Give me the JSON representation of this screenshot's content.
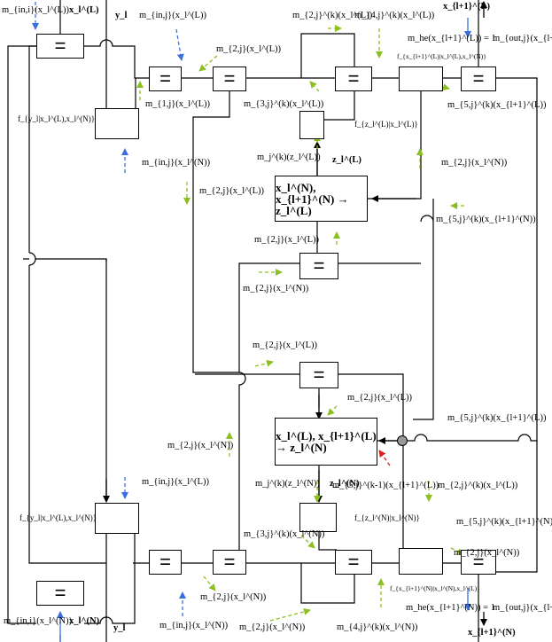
{
  "colors": {
    "green": "#8cbf1f",
    "blue": "#3b6fe0",
    "red": "#d42020",
    "black": "#000000",
    "node_fill": "#ffffff",
    "dot_fill": "#999999"
  },
  "symbols": {
    "equality": "="
  },
  "process": {
    "top": "x_l^(N), x_{l+1}^(N) → z_l^(L)",
    "bottom": "x_l^(L), x_{l+1}^(L) → z_l^(N)"
  },
  "labels": {
    "m_in_i_xL_top": "m_{in,i}(x_l^(L))",
    "x_L_top": "x_l^(L)",
    "y_top": "y_l",
    "m_in_j_xL_top": "m_{in,j}(x_l^(L))",
    "m_2j_xL_a": "m_{2,j}(x_l^(L))",
    "m_1j_xL": "m_{1,j}(x_l^(L))",
    "f_y": "f_{y_l|x_l^(L),x_l^(N)}",
    "m_in_j_xN_mid": "m_{in,j}(x_l^(N))",
    "m_3j_xL": "m_{3,j}^(k)(x_l^(L))",
    "m_2j_k_xL_top": "m_{2,j}^(k)(x_l^(L))",
    "m_4j_xL": "m_{4,j}^(k)(x_l^(L))",
    "f_x_top": "f_{x_{l+1}^(L)|x_l^(L),x_l^(N)}",
    "m_he_xL": "m_he(x_{l+1}^(L)) = 1",
    "x_L_next": "x_{l+1}^(L)",
    "m_out_xL": "m_{out,j}(x_{l+1}^(L))",
    "f_z_top": "f_{z_l^(L)|x_l^(L)}",
    "m_5j_xL_a": "m_{5,j}^(k)(x_{l+1}^(L))",
    "mj_z_L": "m_j^(k)(z_l^(L))",
    "z_L": "z_l^(L)",
    "m_2j_xN_right": "m_{2,j}(x_l^(N))",
    "m_2j_xL_left": "m_{2,j}(x_l^(L))",
    "m_5j_xN_right": "m_{5,j}^(k)(x_{l+1}^(N))",
    "m_2j_xL_c": "m_{2,j}(x_l^(L))",
    "m_2j_xN_d": "m_{2,j}(x_l^(N))",
    "m_2j_xL_e": "m_{2,j}(x_l^(L))",
    "m_2j_xL_f": "m_{2,j}(x_l^(L))",
    "m_5j_xL_b": "m_{5,j}^(k)(x_{l+1}^(L))",
    "m_2j_xN_left": "m_{2,j}(x_l^(N))",
    "mj_z_N": "m_j^(k)(z_l^(N))",
    "z_N": "z_l^(N)",
    "m_5j_k1": "m_{5,j}^(k-1)(x_{l+1}^(L))",
    "m_2j_k_xL_right": "m_{2,j}^(k)(x_l^(L))",
    "m_in_j_xL_mid": "m_{in,j}(x_l^(L))",
    "f_y_bottom": "f_{y_l|x_l^(L),x_l^(N)}",
    "f_z_bottom": "f_{z_l^(N)|x_l^(N)}",
    "m_5j_xN_b": "m_{5,j}^(k)(x_{l+1}^(N))",
    "m_3j_xN": "m_{3,j}^(k)(x_l^(N))",
    "f_x_bottom": "f_{x_{l+1}^(N)|x_l^(N),x_l^(L)}",
    "m_2j_xN_g": "m_{2,j}(x_l^(N))",
    "m_he_xN": "m_he(x_{l+1}^(N)) = 1",
    "m_out_xN": "m_{out,j}(x_{l+1}^(N))",
    "m_in_i_xN": "m_{in,i}(x_l^(N))",
    "x_N_bottom": "x_l^(N)",
    "y_bottom": "y_l",
    "m_in_j_xN_bottom": "m_{in,j}(x_l^(N))",
    "m_2j_xN_bottom": "m_{2,j}(x_l^(N))",
    "m_4j_xN": "m_{4,j}^(k)(x_l^(N))",
    "x_N_next": "x_{l+1}^(N)"
  }
}
